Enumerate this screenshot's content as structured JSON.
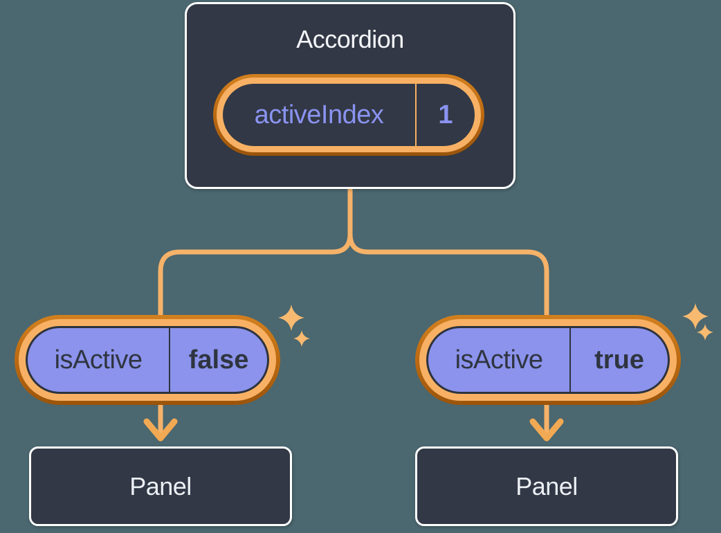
{
  "diagram": {
    "accordion": {
      "title": "Accordion",
      "state": {
        "name": "activeIndex",
        "value": "1"
      }
    },
    "branches": [
      {
        "prop": {
          "name": "isActive",
          "value": "false"
        },
        "panel": {
          "label": "Panel"
        }
      },
      {
        "prop": {
          "name": "isActive",
          "value": "true"
        },
        "panel": {
          "label": "Panel"
        }
      }
    ],
    "colors": {
      "background": "#4B676F",
      "box_fill": "#323845",
      "box_border": "#FFFFFF",
      "connector_line": "#F6B269",
      "ring_light": "#F8B164",
      "ring_dark": "#B96811",
      "prop_pill_fill": "#8B93EC",
      "state_text": "#8A93F0",
      "prop_text": "#2F3540",
      "title_text": "#F4F6FA",
      "sparkle": "#F7BA70"
    }
  }
}
